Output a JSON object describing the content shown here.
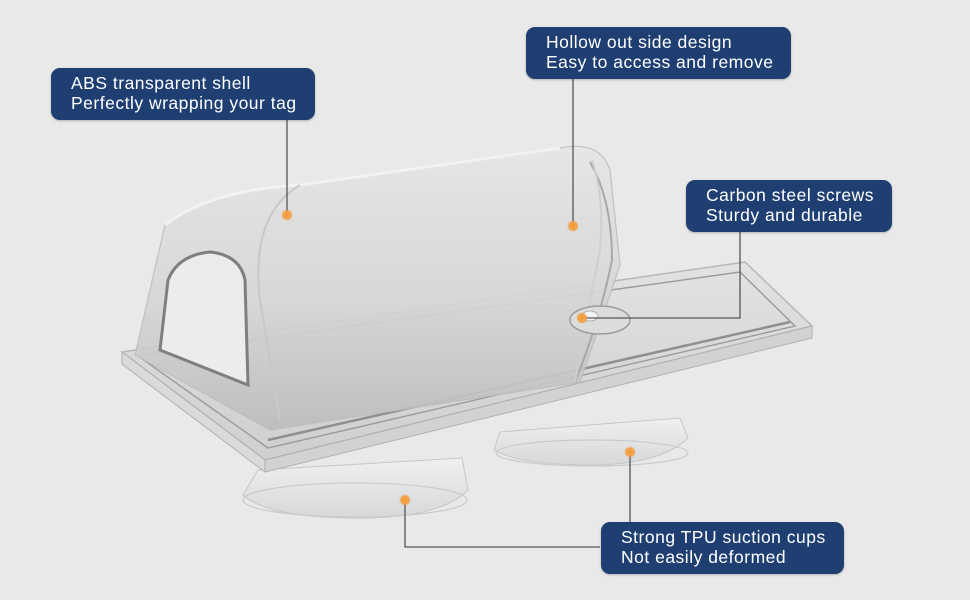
{
  "colors": {
    "background": "#e9e9e9",
    "callout_bg": "#1f3f73",
    "callout_text": "#ffffff",
    "leader_line": "#555555",
    "marker": "#f29a3a"
  },
  "callouts": {
    "shell": {
      "line1": "ABS transparent shell",
      "line2": "Perfectly wrapping your tag"
    },
    "hollow": {
      "line1": "Hollow out side design",
      "line2": "Easy to access and remove"
    },
    "screws": {
      "line1": "Carbon steel screws",
      "line2": "Sturdy and durable"
    },
    "cups": {
      "line1": "Strong TPU suction cups",
      "line2": "Not easily deformed"
    }
  }
}
